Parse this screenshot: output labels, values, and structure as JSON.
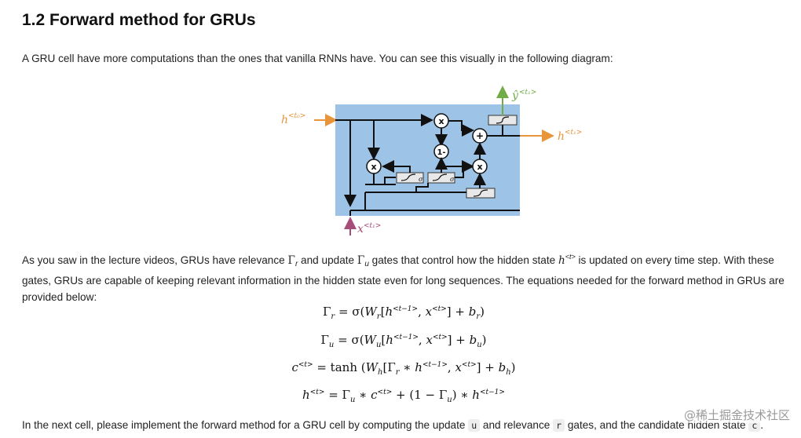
{
  "heading": "1.2 Forward method for GRUs",
  "intro": "A GRU cell have more computations than the ones that vanilla RNNs have. You can see this visually in the following diagram:",
  "diagram": {
    "labels": {
      "h_in": "h",
      "h_in_sup": "<t₀>",
      "h_out": "h",
      "h_out_sup": "<t₁>",
      "y_out": "ŷ",
      "y_out_sup": "<t₁>",
      "x_in": "x",
      "x_in_sup": "<t₁>",
      "mul": "x",
      "plus": "+",
      "one_minus": "1-",
      "sigma": "σ"
    },
    "colors": {
      "cell": "#9dc3e6",
      "h_arrow": "#e8943a",
      "y_arrow": "#70ad47",
      "x_arrow": "#a64d79",
      "node": "#ffffff"
    }
  },
  "para2": {
    "t1": "As you saw in the lecture videos, GRUs have relevance ",
    "gamma": "Γ",
    "r": "r",
    "t2": " and update ",
    "u": "u",
    "t3": " gates that control how the hidden state ",
    "h": "h",
    "t_sup": "<t>",
    "t4": " is updated on every time step. With these gates, GRUs are capable of keeping relevant information in the hidden state even for long sequences. The equations needed for the forward method in GRUs are provided below:"
  },
  "equations": [
    "Γ_r = σ(W_r[h^<t−1>, x^<t>] + b_r)",
    "Γ_u = σ(W_u[h^<t−1>, x^<t>] + b_u)",
    "c^<t> = tanh (W_h[Γ_r ∗ h^<t−1>, x^<t>] + b_h)",
    "h^<t> = Γ_u ∗ c^<t> + (1 − Γ_u) ∗ h^<t−1>"
  ],
  "para3": {
    "t1": "In the next cell, please implement the forward method for a GRU cell by computing the update ",
    "code_u": "u",
    "t2": " and relevance ",
    "code_r": "r",
    "t3": " gates, and the candidate hidden state ",
    "code_c": "c",
    "t4": "."
  },
  "watermark": "@稀土掘金技术社区"
}
